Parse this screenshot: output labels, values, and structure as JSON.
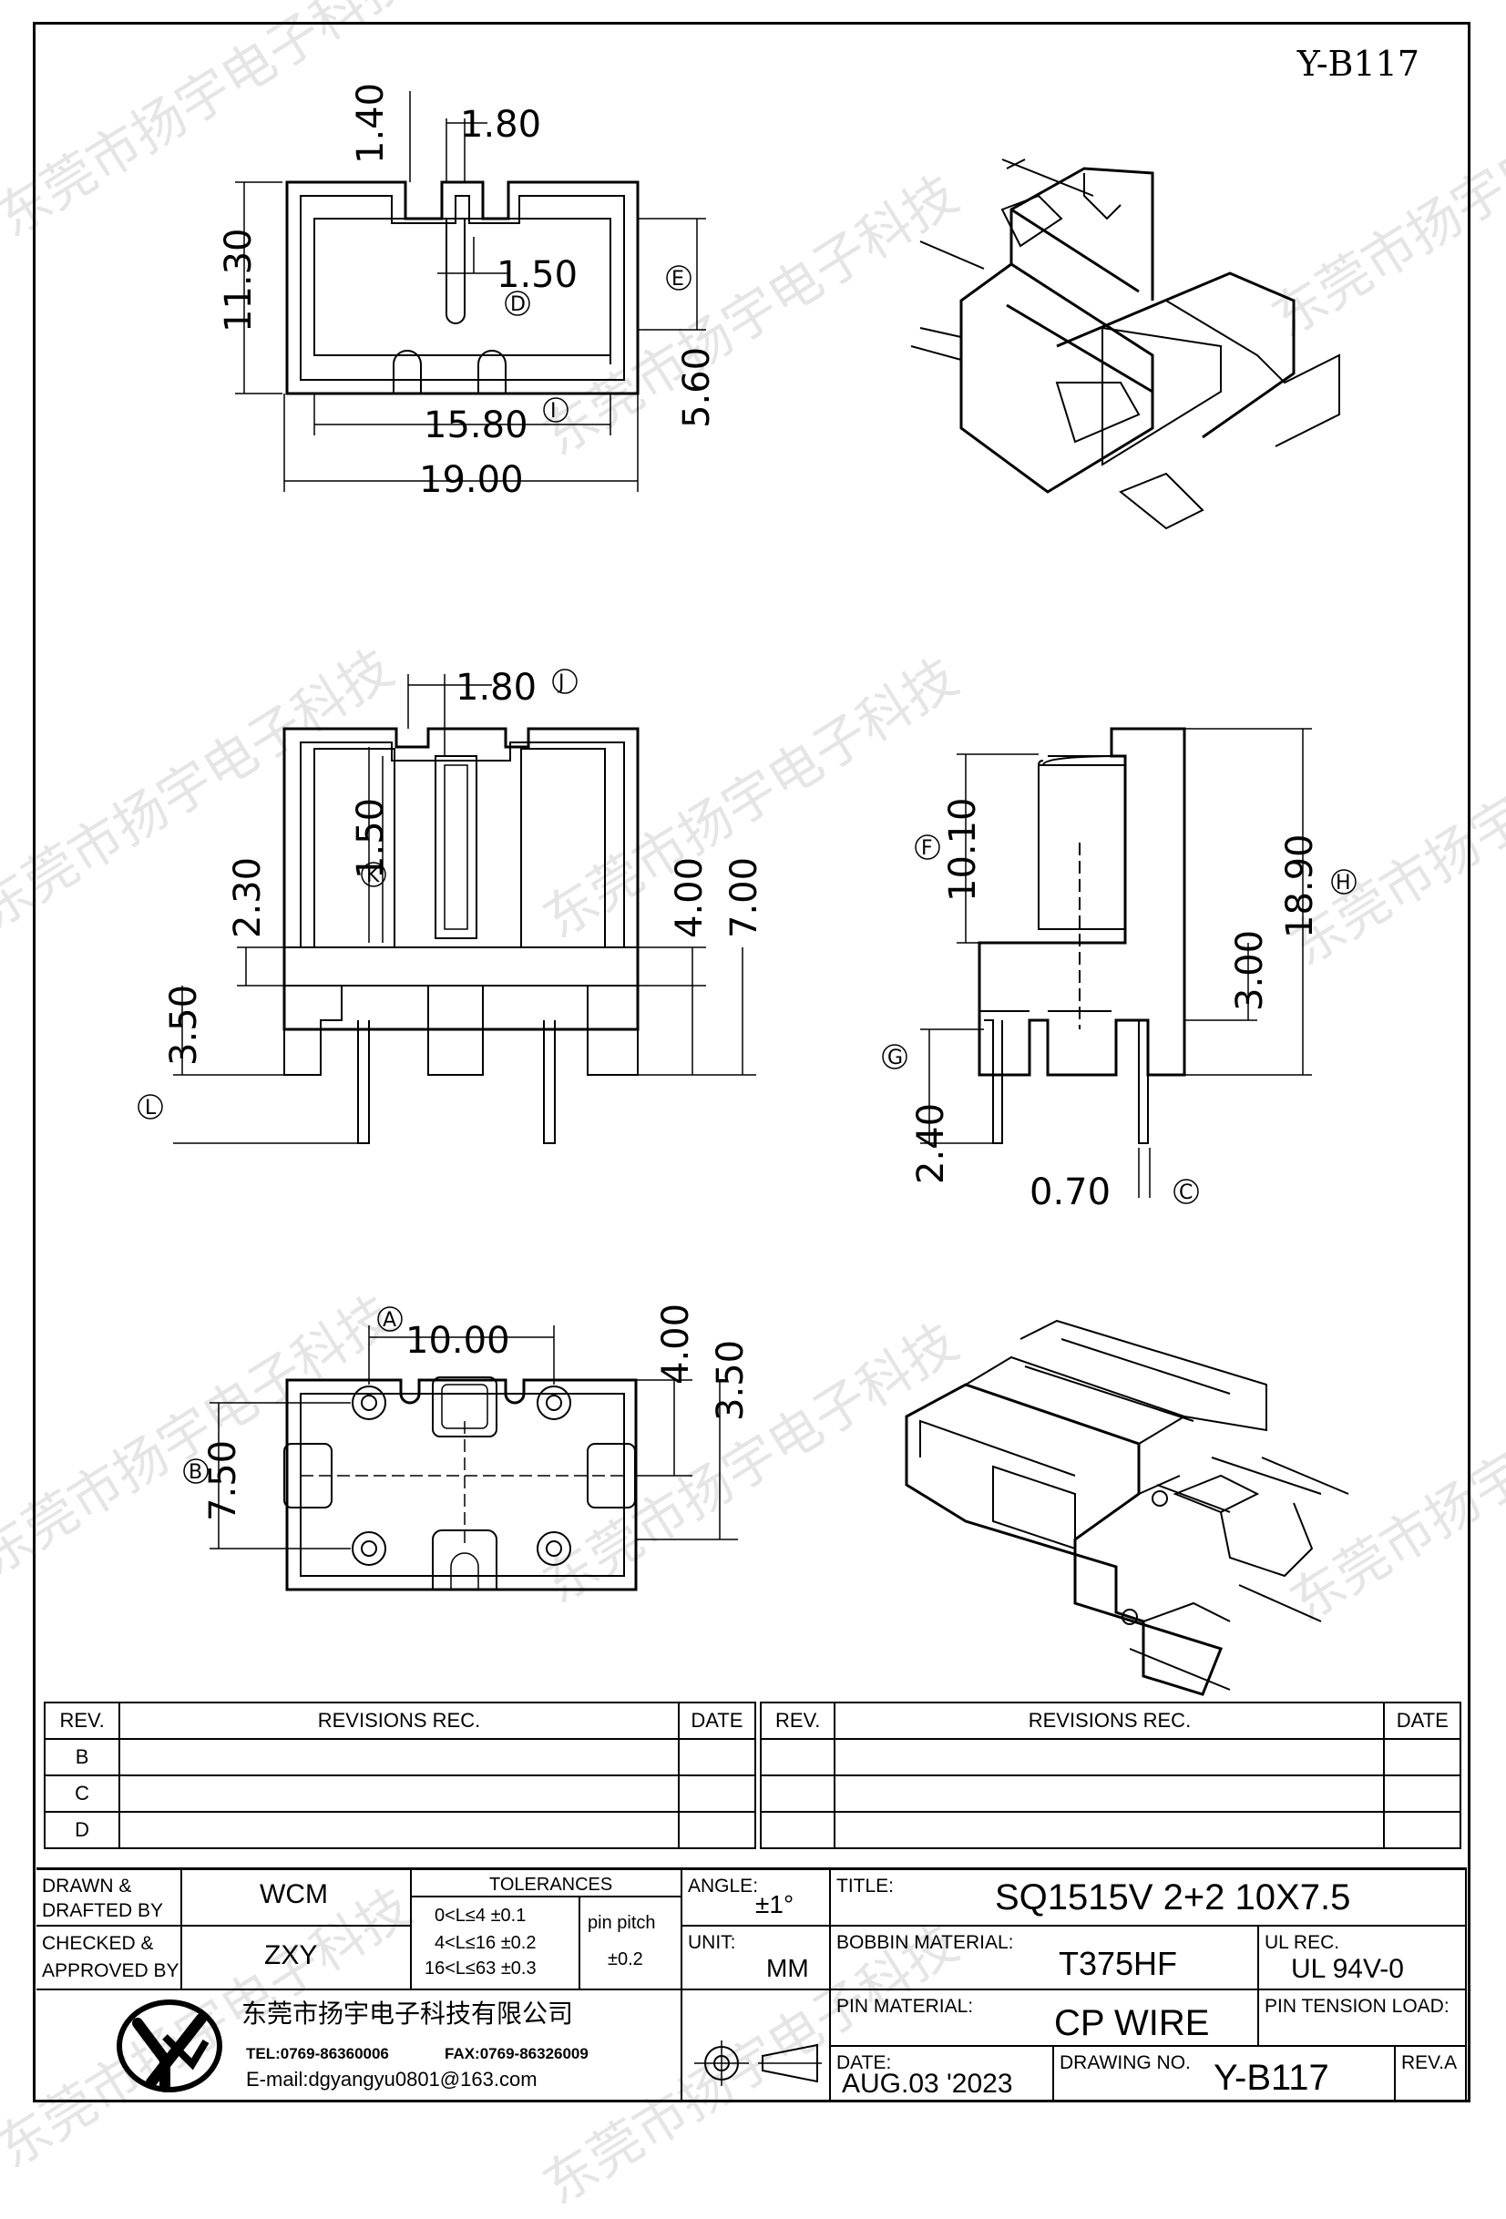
{
  "drawing_number_top": "Y-B117",
  "watermark_text": "东莞市扬宇电子科技",
  "dimensions": {
    "d140": "1.40",
    "d180a": "1.80",
    "d150a": "1.50",
    "d1130": "11.30",
    "d1580": "15.80",
    "d1900": "19.00",
    "d560": "5.60",
    "d180b": "1.80",
    "d150b": "1.50",
    "d230": "2.30",
    "d350a": "3.50",
    "d400a": "4.00",
    "d700": "7.00",
    "d1010": "10.10",
    "d1890": "18.90",
    "d300": "3.00",
    "d240": "2.40",
    "d070": "0.70",
    "d1000": "10.00",
    "d400b": "4.00",
    "d350b": "3.50",
    "d750": "7.50"
  },
  "callouts": {
    "A": "A",
    "B": "B",
    "C": "C",
    "D": "D",
    "E": "E",
    "F": "F",
    "G": "G",
    "H": "H",
    "I": "I",
    "J": "J",
    "K": "K",
    "L": "L"
  },
  "revisions": {
    "headers": {
      "rev": "REV.",
      "rec": "REVISIONS    REC.",
      "date": "DATE"
    },
    "rows": [
      "B",
      "C",
      "D"
    ]
  },
  "title_block": {
    "drawn_label": "DRAWN &\nDRAFTED BY",
    "drawn_value": "WCM",
    "checked_label": "CHECKED &\nAPPROVED BY",
    "checked_value": "ZXY",
    "tolerances_label": "TOLERANCES",
    "tol1": "0<L≤4    ±0.1",
    "tol2": "4<L≤16  ±0.2",
    "tol3": "16<L≤63  ±0.3",
    "pin_pitch_label": "pin  pitch",
    "pin_pitch_value": "±0.2",
    "angle_label": "ANGLE:",
    "angle_value": "±1°",
    "unit_label": "UNIT:",
    "unit_value": "MM",
    "title_label": "TITLE:",
    "title_value": "SQ1515V  2+2  10X7.5",
    "bobbin_material_label": "BOBBIN  MATERIAL:",
    "bobbin_material_value": "T375HF",
    "ul_rec_label": "UL REC.",
    "ul_rec_value": "UL  94V-0",
    "pin_material_label": "PIN  MATERIAL:",
    "pin_material_value": "CP  WIRE",
    "pin_tension_label": "PIN  TENSION  LOAD:",
    "date_label": "DATE:",
    "date_value": "AUG.03  '2023",
    "drawing_no_label": "DRAWING  NO.",
    "drawing_no_value": "Y-B117",
    "rev_label": "REV.A",
    "company_name": "东莞市扬宇电子科技有限公司",
    "tel": "TEL:0769-86360006",
    "fax": "FAX:0769-86326009",
    "email": "E-mail:dgyangyu0801@163.com",
    "logo_text": "YY"
  }
}
